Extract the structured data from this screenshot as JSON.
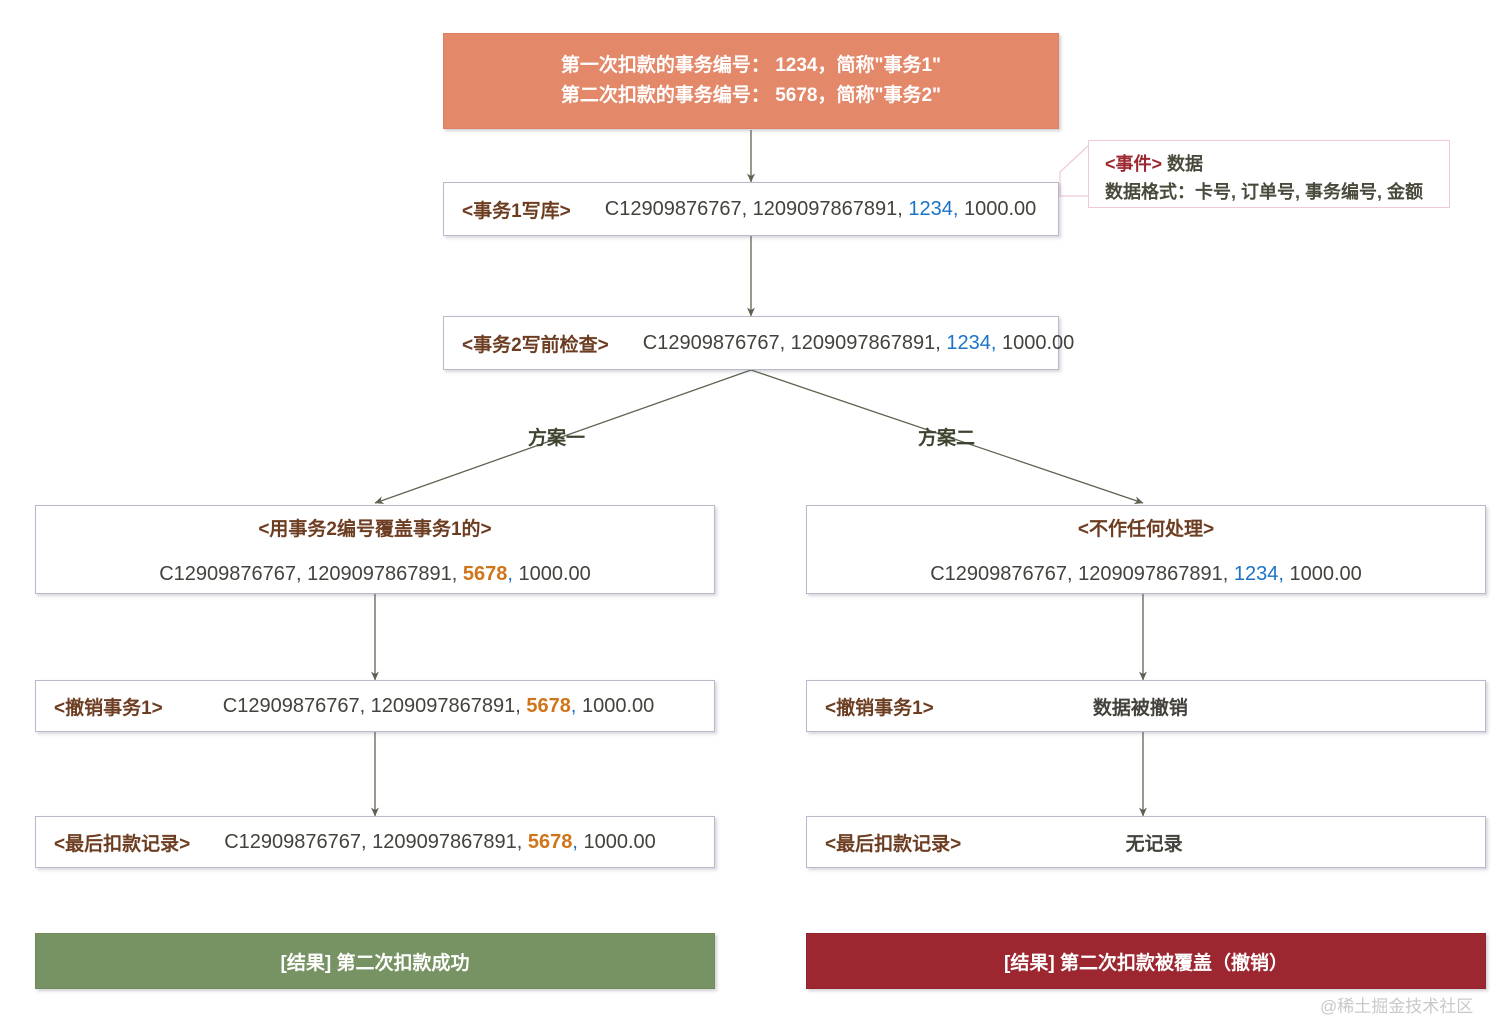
{
  "header": {
    "line1": "第一次扣款的事务编号： 1234，简称\"事务1\"",
    "line2": "第二次扣款的事务编号： 5678，简称\"事务2\"",
    "bg": "#E4886A"
  },
  "callout": {
    "event_tag": "<事件>",
    "event_suffix": " 数据",
    "format_line": "数据格式：卡号, 订单号, 事务编号, 金额",
    "border": "#f0c9d4"
  },
  "nodes": {
    "write1": {
      "tag": "<事务1写库>",
      "card": "C12909876767, 1209097867891, ",
      "txn": "1234",
      "comma": ",",
      "amount": " 1000.00"
    },
    "precheck2": {
      "tag": "<事务2写前检查>",
      "card": "C12909876767, 1209097867891, ",
      "txn": "1234",
      "comma": ",",
      "amount": " 1000.00"
    },
    "left_overwrite": {
      "tag": "<用事务2编号覆盖事务1的>",
      "card": "C12909876767, 1209097867891, ",
      "txn": "5678",
      "comma": ",",
      "amount": " 1000.00"
    },
    "right_noop": {
      "tag": "<不作任何处理>",
      "card": "C12909876767, 1209097867891, ",
      "txn": "1234",
      "comma": ",",
      "amount": " 1000.00"
    },
    "left_cancel": {
      "tag": "<撤销事务1>",
      "card": "C12909876767, 1209097867891, ",
      "txn": "5678",
      "comma": ",",
      "amount": " 1000.00"
    },
    "right_cancel": {
      "tag": "<撤销事务1>",
      "text": "数据被撤销"
    },
    "left_final": {
      "tag": "<最后扣款记录>",
      "card": "C12909876767, 1209097867891, ",
      "txn": "5678",
      "comma": ",",
      "amount": " 1000.00"
    },
    "right_final": {
      "tag": "<最后扣款记录>",
      "text": "无记录"
    }
  },
  "branches": {
    "left_label": "方案一",
    "right_label": "方案二"
  },
  "results": {
    "left": {
      "label": "[结果] 第二次扣款成功",
      "color": "#789363"
    },
    "right": {
      "label": "[结果] 第二次扣款被覆盖（撤销）",
      "color": "#9C2730"
    }
  },
  "watermark": "@稀土掘金技术社区",
  "colors": {
    "txn_blue": "#1a73c8",
    "txn_orange": "#d1751a",
    "arrow": "#5b6350",
    "box_border": "#b9b9cc"
  }
}
